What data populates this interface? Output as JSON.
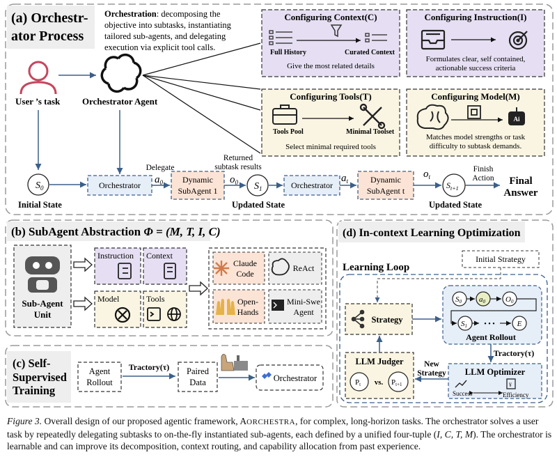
{
  "panel_a": {
    "title": "(a) Orchestr-",
    "title2": "ator Process",
    "orchestration_bold": "Orchestration",
    "orchestration_desc": [
      ": decomposing the",
      "objective into subtasks, instantiating",
      "tailored sub-agents, and delegating",
      "execution via explicit tool calls."
    ],
    "user_task": "User ’s task",
    "orchestrator_agent": "Orchestrator Agent",
    "context_box": {
      "title": "Configuring Context(C)",
      "left": "Full History",
      "right": "Curated Context",
      "desc": "Give the most related details"
    },
    "instruction_box": {
      "title": "Configuring Instruction(I)",
      "desc": [
        "Formulates clear, self contained,",
        "actionable success criteria"
      ]
    },
    "tools_box": {
      "title": "Configuring Tools(T)",
      "left": "Tools Pool",
      "right": "Minimal Toolset",
      "desc": "Select minimal required tools"
    },
    "model_box": {
      "title": "Configuring Model(M)",
      "desc": [
        "Matches model strengths or task",
        "difficulty to subtask demands."
      ]
    },
    "flow": {
      "s0": "S",
      "s0_sub": "0",
      "initial_state": "Initial State",
      "orchestrator": "Orchestrator",
      "delegate": "Delegate",
      "a0": "a",
      "a0_sub": "0",
      "dyn1": [
        "Dynamic",
        "SubAgent 1"
      ],
      "returned": [
        "Returned",
        "subtask results"
      ],
      "o0": "o",
      "o0_sub": "0",
      "s1": "S",
      "s1_sub": "1",
      "updated_state": "Updated State",
      "at": "a",
      "at_sub": "t",
      "dynt": [
        "Dynamic",
        "SubAgent t"
      ],
      "ot": "o",
      "ot_sub": "t",
      "st1": "S",
      "st1_sub": "t+1",
      "finish": [
        "Finish",
        "Action"
      ],
      "final": [
        "Final",
        "Answer"
      ]
    }
  },
  "panel_b": {
    "title": "(b) SubAgent Abstraction",
    "formula": "Φ = (M, T, I, C)",
    "unit": [
      "Sub-Agent",
      "Unit"
    ],
    "instruction": "Instruction",
    "context": "Context",
    "model": "Model",
    "tools": "Tools",
    "agents": [
      [
        "Claude",
        "Code"
      ],
      [
        "ReAct"
      ],
      [
        "Open-",
        "Hands"
      ],
      [
        "Mini-Swe",
        "Agent"
      ]
    ]
  },
  "panel_c": {
    "title": [
      "(c) Self-",
      "Supervised",
      "Training"
    ],
    "rollout": [
      "Agent",
      "Rollout"
    ],
    "tractory": "Tractory(τ)",
    "paired": [
      "Paired",
      "Data"
    ],
    "orchestrator": "Orchestrator"
  },
  "panel_d": {
    "title": "(d) In-context Learning Optimization",
    "loop": "Learning Loop",
    "initial": "Initial Strategy",
    "strategy": "Strategy",
    "rollout": "Agent Rollout",
    "tractory": "Tractory(τ)",
    "judger": "LLM Judger",
    "new_strategy": [
      "New",
      "Strategy"
    ],
    "optimizer": "LLM Optimizer",
    "success": "Success",
    "efficiency": "Efficiency",
    "pt": "P",
    "pt_sub": "t",
    "vs": "vs.",
    "pt1": "P",
    "pt1_sub": "t+1",
    "nodes": {
      "s0": "S",
      "s0_sub": "0",
      "a0": "a",
      "a0_sub": "0",
      "o0": "O",
      "o0_sub": "0",
      "s1": "S",
      "s1_sub": "1",
      "e": "E",
      "dots": "• • •"
    }
  },
  "caption": {
    "label": "Figure 3.",
    "text1": " Overall design of our proposed agentic framework, A",
    "smallcaps": "ORCHESTRA",
    "text2": ", for complex, long-horizon tasks. The orchestrator solves a user task by repeatedly delegating subtasks to on-the-fly instantiated sub-agents, each defined by a unified four-tuple (",
    "tuple": "I, C, T, M",
    "text3": "). The orchestrator is learnable and can improve its decomposition, context routing, and capability allocation from past experience."
  },
  "colors": {
    "blue": "#3b5f8a",
    "pink": "#f3e2e6",
    "orange": "#fbe4d6",
    "yellow": "#faf5e2",
    "purple": "#e6dff3",
    "lightblue": "#e6eef8",
    "panel": "#f6f6f6"
  }
}
